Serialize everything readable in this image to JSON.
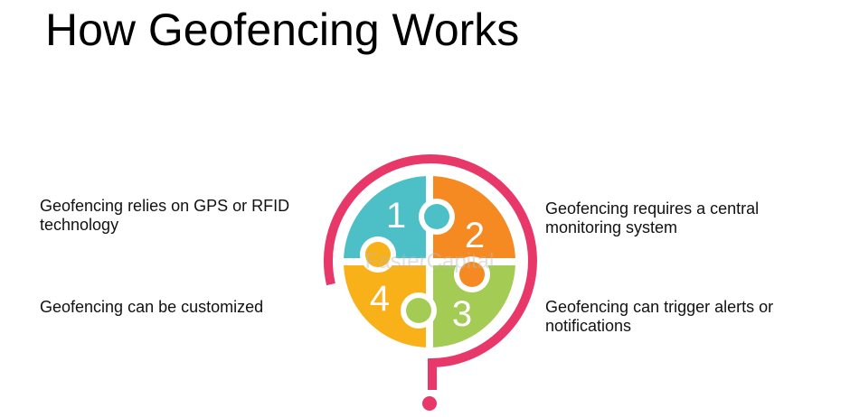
{
  "title": "How Geofencing Works",
  "points": {
    "one": "Geofencing relies on GPS or RFID technology",
    "two": "Geofencing requires a central monitoring system",
    "three": "Geofencing can trigger alerts or notifications",
    "four": "Geofencing can be customized"
  },
  "pieces": [
    {
      "number": "1",
      "color": "#4dbfc6"
    },
    {
      "number": "2",
      "color": "#f58a22"
    },
    {
      "number": "3",
      "color": "#a4cc55"
    },
    {
      "number": "4",
      "color": "#f9b11a"
    }
  ],
  "accent_color": "#e8386a",
  "watermark": "FasterCapital"
}
